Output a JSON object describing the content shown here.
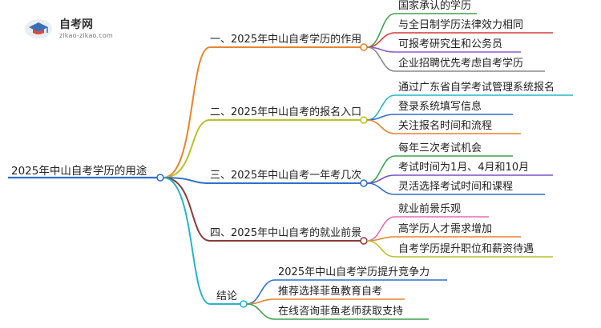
{
  "logo": {
    "title": "自考网",
    "subtitle": "zikao-zikao.com"
  },
  "root": {
    "label": "2025年中山自考学历的用途"
  },
  "branches": [
    {
      "label": "一、2025年中山自考学历的作用",
      "color": "#e8842a",
      "children": [
        "国家承认的学历",
        "与全日制学历法律效力相同",
        "可报考研究生和公务员",
        "企业招聘优先考虑自考学历"
      ],
      "child_colors": [
        "#3fa34d",
        "#d93a3a",
        "#8e5bd0",
        "#8a8a8a"
      ]
    },
    {
      "label": "二、2025年中山自考的报名入口",
      "color": "#b9c12a",
      "children": [
        "通过广东省自学考试管理系统报名",
        "登录系统填写信息",
        "关注报名时间和流程"
      ],
      "child_colors": [
        "#27b5c8",
        "#2f6fce",
        "#e8842a"
      ]
    },
    {
      "label": "三、2025年中山自考一年考几次",
      "color": "#2f6fce",
      "children": [
        "每年三次考试机会",
        "考试时间为1月、4月和10月",
        "灵活选择考试时间和课程"
      ],
      "child_colors": [
        "#3fa34d",
        "#7a52c4",
        "#2f6fce"
      ]
    },
    {
      "label": "四、2025年中山自考的就业前景",
      "color": "#8a3b3b",
      "children": [
        "就业前景乐观",
        "高学历人才需求增加",
        "自考学历提升职位和薪资待遇"
      ],
      "child_colors": [
        "#e56bb8",
        "#e8842a",
        "#b9c12a"
      ]
    },
    {
      "label": "结论",
      "color": "#27b5c8",
      "children": [
        "2025年中山自考学历提升竞争力",
        "推荐选择菲鱼教育自考",
        "在线咨询菲鱼老师获取支持"
      ],
      "child_colors": [
        "#2f6fce",
        "#e8842a",
        "#3fa34d"
      ]
    }
  ]
}
